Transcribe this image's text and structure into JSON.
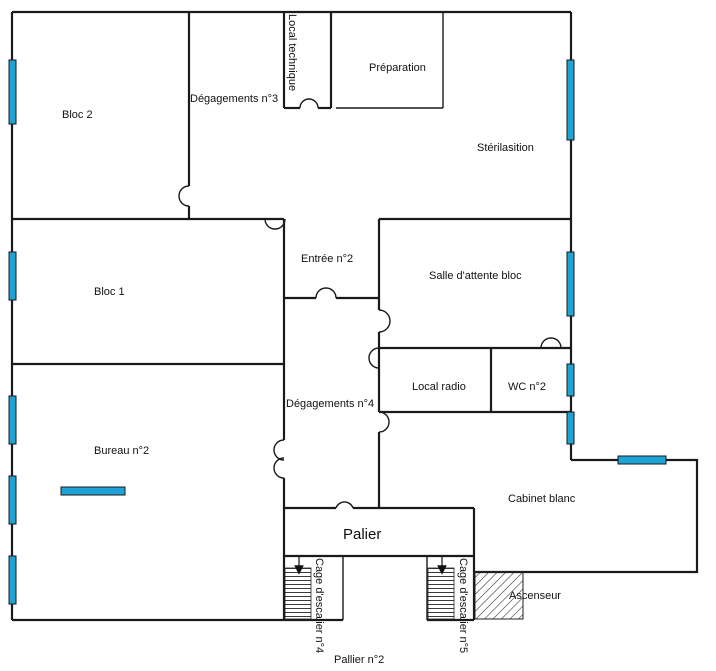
{
  "plan": {
    "window_color": "#1fa3d6",
    "rooms": {
      "bloc2": "Bloc 2",
      "local_technique": "Local technique",
      "preparation": "Préparation",
      "degagements3": "Dégagements n°3",
      "sterilisation": "Stérilasition",
      "bloc1": "Bloc 1",
      "entree2": "Entrée n°2",
      "salle_attente": "Salle d'attente bloc",
      "local_radio": "Local radio",
      "wc2": "WC n°2",
      "degagements4": "Dégagements n°4",
      "bureau2": "Bureau n°2",
      "cabinet_blanc": "Cabinet blanc",
      "palier": "Palier",
      "cage4": "Cage d'escalier n°4",
      "cage5": "Cage d'escalier n°5",
      "ascenseur": "Ascenseur",
      "pallier2": "Pallier n°2"
    }
  }
}
